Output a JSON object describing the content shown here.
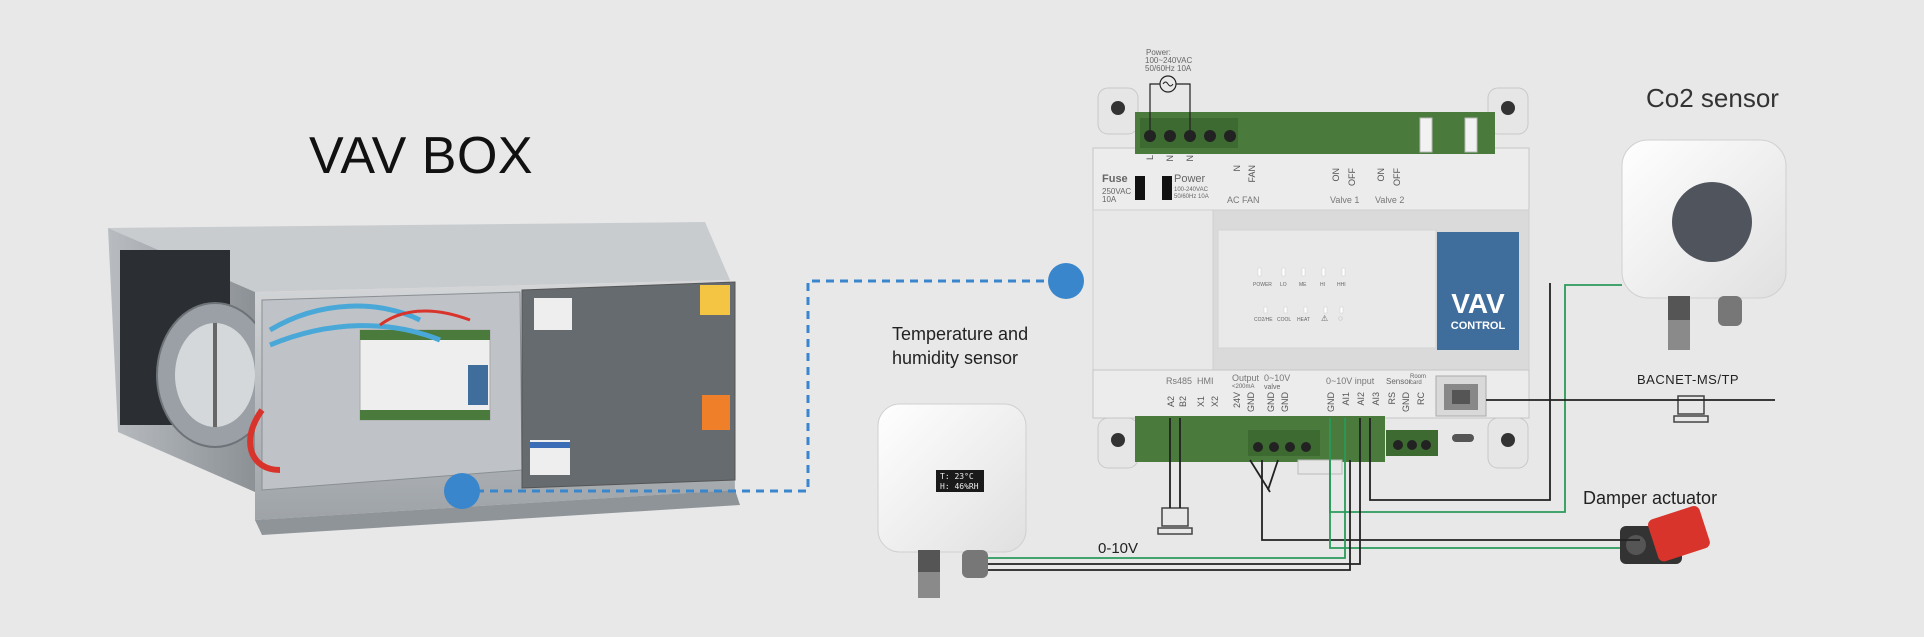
{
  "labels": {
    "vav_box": "VAV BOX",
    "co2_sensor": "Co2 sensor",
    "temp_humidity_sensor": [
      "Temperature and",
      "humidity sensor"
    ],
    "bacnet": "BACNET-MS/TP",
    "damper_actuator": "Damper actuator",
    "signal": "0-10V"
  },
  "controller": {
    "power_note": [
      "Power:",
      "100~240VAC",
      "50/60Hz  10A"
    ],
    "fuse": {
      "title": "Fuse",
      "rating": [
        "250VAC",
        "10A"
      ]
    },
    "power": {
      "title": "Power",
      "rating": [
        "100-240VAC",
        "50/60Hz 10A"
      ]
    },
    "logo_main": "VAV",
    "logo_sub": "CONTROL",
    "top_terminals": [
      "L",
      "N",
      "N",
      "N",
      "FAN",
      "ON",
      "OFF",
      "ON",
      "OFF"
    ],
    "top_groups": [
      "AC FAN",
      "Valve 1",
      "Valve 2"
    ],
    "leds_row1": [
      "POWER",
      "LO",
      "ME",
      "HI",
      "HHI"
    ],
    "leds_row2": [
      "CO2/HE",
      "COOL",
      "HEAT",
      "⚠",
      "◌"
    ],
    "bottom_groups": [
      "Rs485",
      "HMI",
      "Output",
      "<200mA",
      "0~10V",
      "valve",
      "0~10V input",
      "Sensor",
      "Room card"
    ],
    "bottom_terminals": [
      "A2",
      "B2",
      "X1",
      "X2",
      "24V",
      "GND",
      "GND",
      "GND",
      "GND",
      "AI1",
      "AI2",
      "AI3",
      "RS",
      "GND",
      "RC"
    ]
  },
  "sensor_display": [
    "T: 23°C",
    "H: 46%RH"
  ],
  "colors": {
    "background": "#e8e8e8",
    "accent_blue": "#3a86cc",
    "terminal_green": "#4a7a3c",
    "logo_blue": "#3f6d9c",
    "wire_green": "#2a9a5a",
    "wire_black": "#222222",
    "actuator_red": "#d9342b"
  },
  "icons": [
    "computer-icon",
    "computer-icon",
    "ac-power-symbol"
  ]
}
